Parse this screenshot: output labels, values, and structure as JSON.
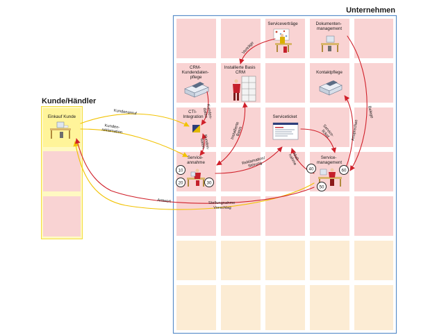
{
  "titles": {
    "company": "Unternehmen",
    "customer": "Kunde/Händler"
  },
  "nodes": {
    "einkauf": "Einkauf Kunde",
    "servicevertraege": "Serviceverträge",
    "dokumenten": [
      "Dokumenten-",
      "management"
    ],
    "crm_pflege": [
      "CRM-",
      "Kundendaten-",
      "pflege"
    ],
    "basis_crm": [
      "Installierte Basis",
      "CRM"
    ],
    "kontaktpflege": "Kontaktpflege",
    "cti": [
      "CTI-",
      "Integration"
    ],
    "serviceticket": "Serviceticket",
    "serviceannahme": [
      "Service-",
      "annahme"
    ],
    "servicemanagement": [
      "Service-",
      "management"
    ]
  },
  "steps": [
    "10",
    "20",
    "30",
    "40",
    "50",
    "60"
  ],
  "flow_labels": {
    "kundenanruf": [
      "Kundenanruf"
    ],
    "kundenreklamation": [
      "Kunden-",
      "reklamation"
    ],
    "vertraege": [
      "Verträge"
    ],
    "kundendaten": [
      "Kunden-",
      "daten"
    ],
    "kundendaten2": [
      "Kunden-",
      "daten"
    ],
    "installierte_basis": [
      "Installierte",
      "Basis"
    ],
    "reklamation": [
      "Reklamation/",
      "Störung"
    ],
    "serviceticket": [
      "Service-",
      "ticket"
    ],
    "massnahme": [
      "Maß-",
      "nahme"
    ],
    "ansprechen": [
      "Ansprechen"
    ],
    "belege": [
      "Belege"
    ],
    "antwort": [
      "Antwort"
    ],
    "stellungnahme": [
      "Stellungnahme",
      "Vorschlag"
    ]
  },
  "colors": {
    "cell_pink": "#f9d3d3",
    "cell_peach": "#fcecd4",
    "company_border": "#5b8ec9",
    "customer_fill": "#fff9c2",
    "customer_border": "#f2dc3a",
    "customer_header": "#fff49a",
    "arrow_red": "#d0202a",
    "arrow_yellow": "#f2c200",
    "text": "#1a1a1a"
  },
  "icons": [
    "desk-icon",
    "server-rack-icon",
    "printer-icon",
    "document-icon",
    "telephone-icon",
    "office-worker-icon"
  ]
}
